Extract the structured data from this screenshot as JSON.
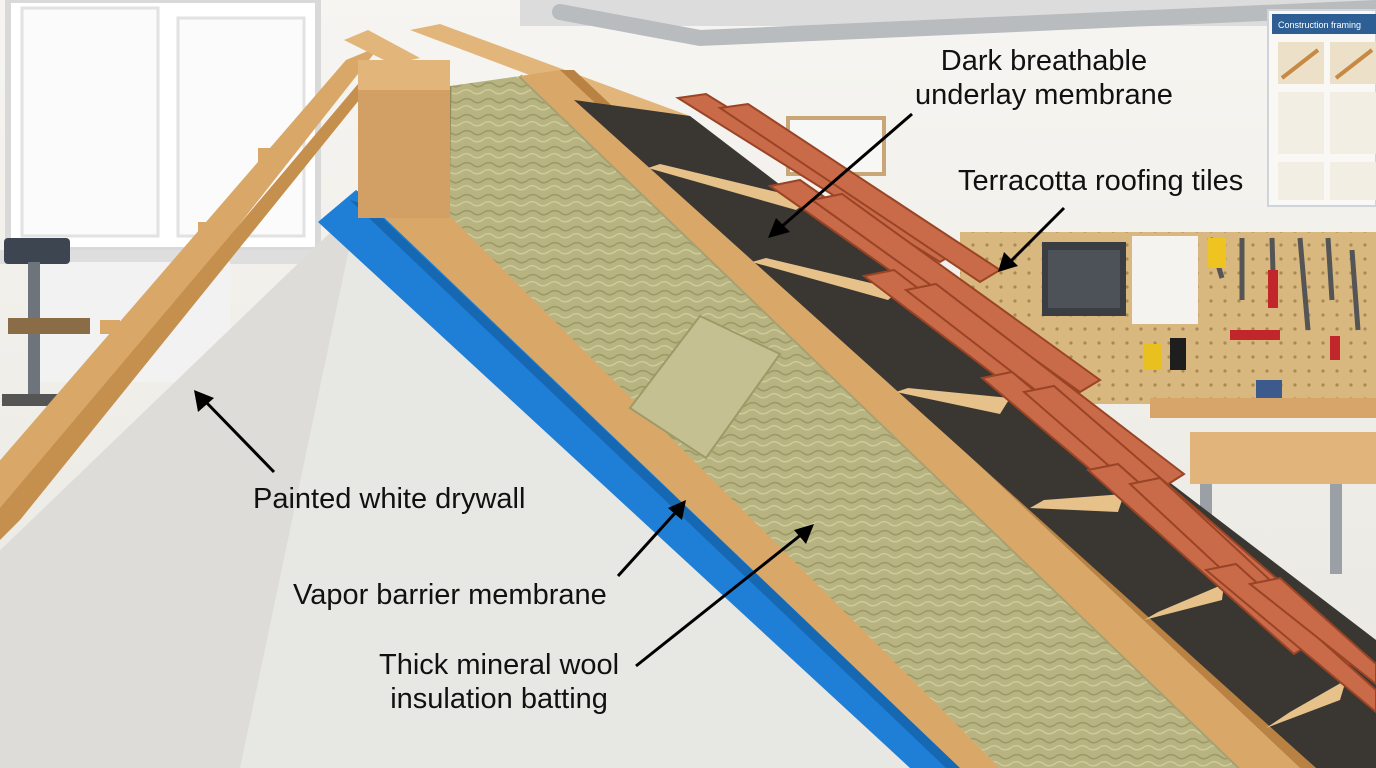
{
  "annotations": {
    "underlay": [
      "Dark breathable",
      "underlay membrane"
    ],
    "tiles": "Terracotta roofing tiles",
    "drywall": "Painted white drywall",
    "vapor": "Vapor barrier membrane",
    "wool": [
      "Thick mineral wool",
      "insulation batting"
    ]
  },
  "poster": {
    "title": "Construction framing"
  },
  "colors": {
    "terracotta": "#c96a48",
    "mineral_wool": "#b9b584",
    "vapor_barrier": "#1f7fd6",
    "underlay": "#3a3733",
    "timber": "#d9a868",
    "drywall": "#e6e6e4"
  }
}
